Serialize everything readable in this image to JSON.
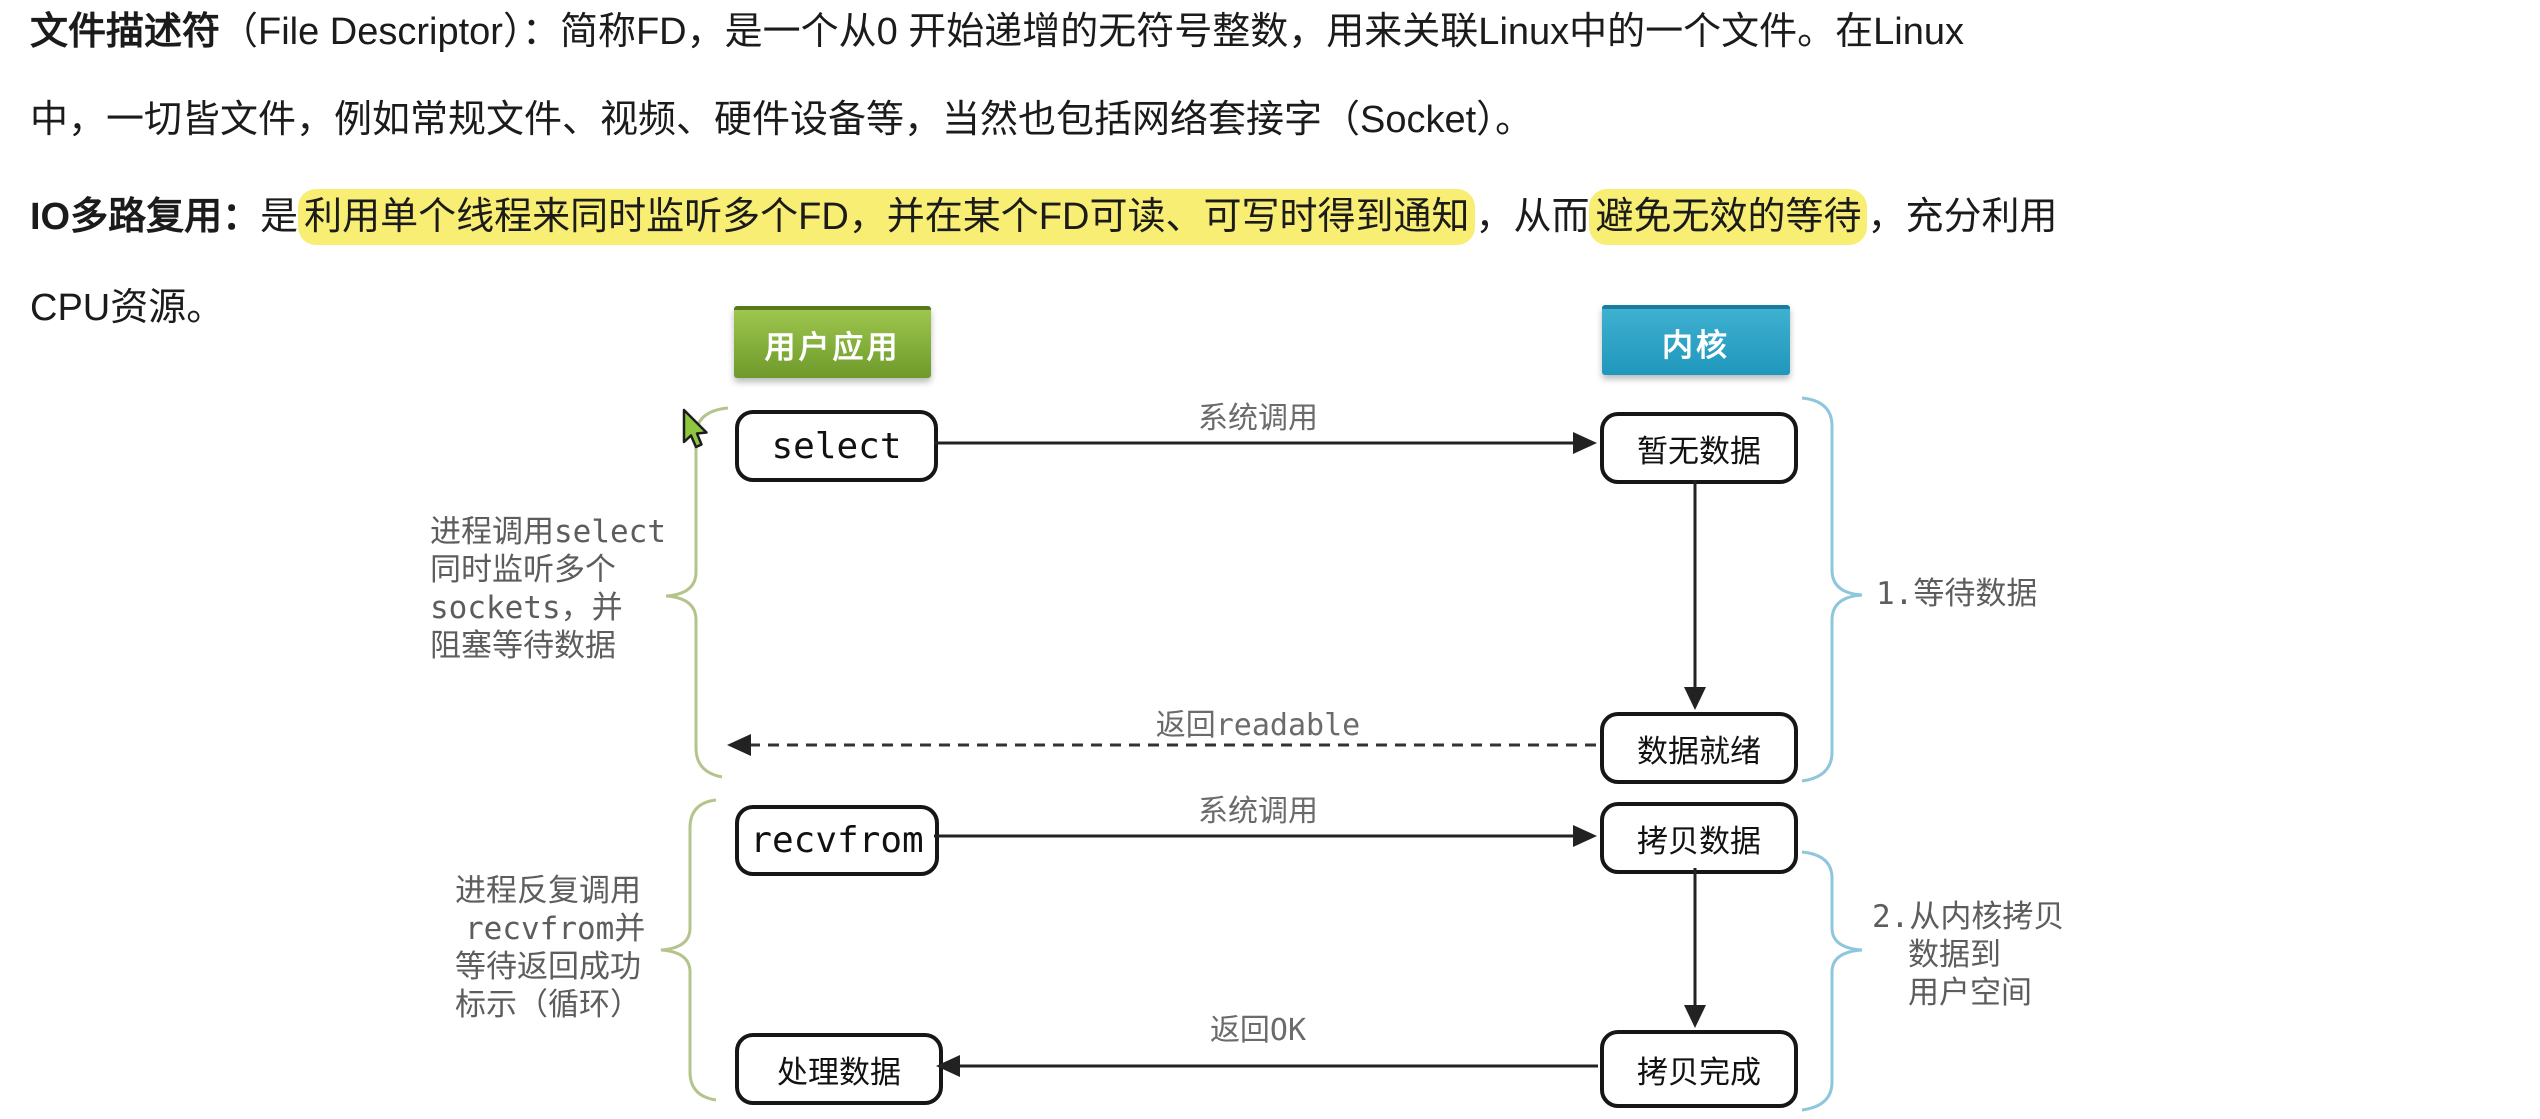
{
  "intro": {
    "p1_bold": "文件描述符",
    "p1_rest": "（File Descriptor）：简称FD，是一个从0 开始递增的无符号整数，用来关联Linux中的一个文件。在Linux",
    "p1_line2": "中，一切皆文件，例如常规文件、视频、硬件设备等，当然也包括网络套接字（Socket）。",
    "p2_bold": "IO多路复用：",
    "p2_pre": "是",
    "p2_hl1": "利用单个线程来同时监听多个FD，并在某个FD可读、可写时得到通知",
    "p2_mid": "，从而",
    "p2_hl2": "避免无效的等待",
    "p2_post": "，充分利用",
    "p2_line2": "CPU资源。"
  },
  "diagram": {
    "headers": {
      "user": "用户应用",
      "kernel": "内核"
    },
    "boxes": {
      "select": "select",
      "no_data": "暂无数据",
      "data_ready": "数据就绪",
      "recvfrom": "recvfrom",
      "copy_data": "拷贝数据",
      "process_data": "处理数据",
      "copy_done": "拷贝完成"
    },
    "arrow_labels": {
      "syscall1": "系统调用",
      "return_readable": "返回readable",
      "syscall2": "系统调用",
      "return_ok": "返回OK"
    },
    "left_notes": {
      "note1": [
        "进程调用select",
        "同时监听多个",
        "sockets，并",
        "阻塞等待数据"
      ],
      "note2": [
        "进程反复调用",
        "recvfrom并",
        "等待返回成功",
        "标示（循环）"
      ]
    },
    "right_notes": {
      "note1": "1.等待数据",
      "note2": [
        "2.从内核拷贝",
        "数据到",
        "用户空间"
      ]
    },
    "colors": {
      "user_header": "#7fa832",
      "kernel_header": "#2aa2c6",
      "highlight": "#f8ee74",
      "brace_green": "#b3c48c",
      "brace_blue": "#8ec6dc",
      "note_gray": "#5d5d5d",
      "arrow_black": "#222222",
      "cursor_green": "#8fc63f"
    }
  }
}
